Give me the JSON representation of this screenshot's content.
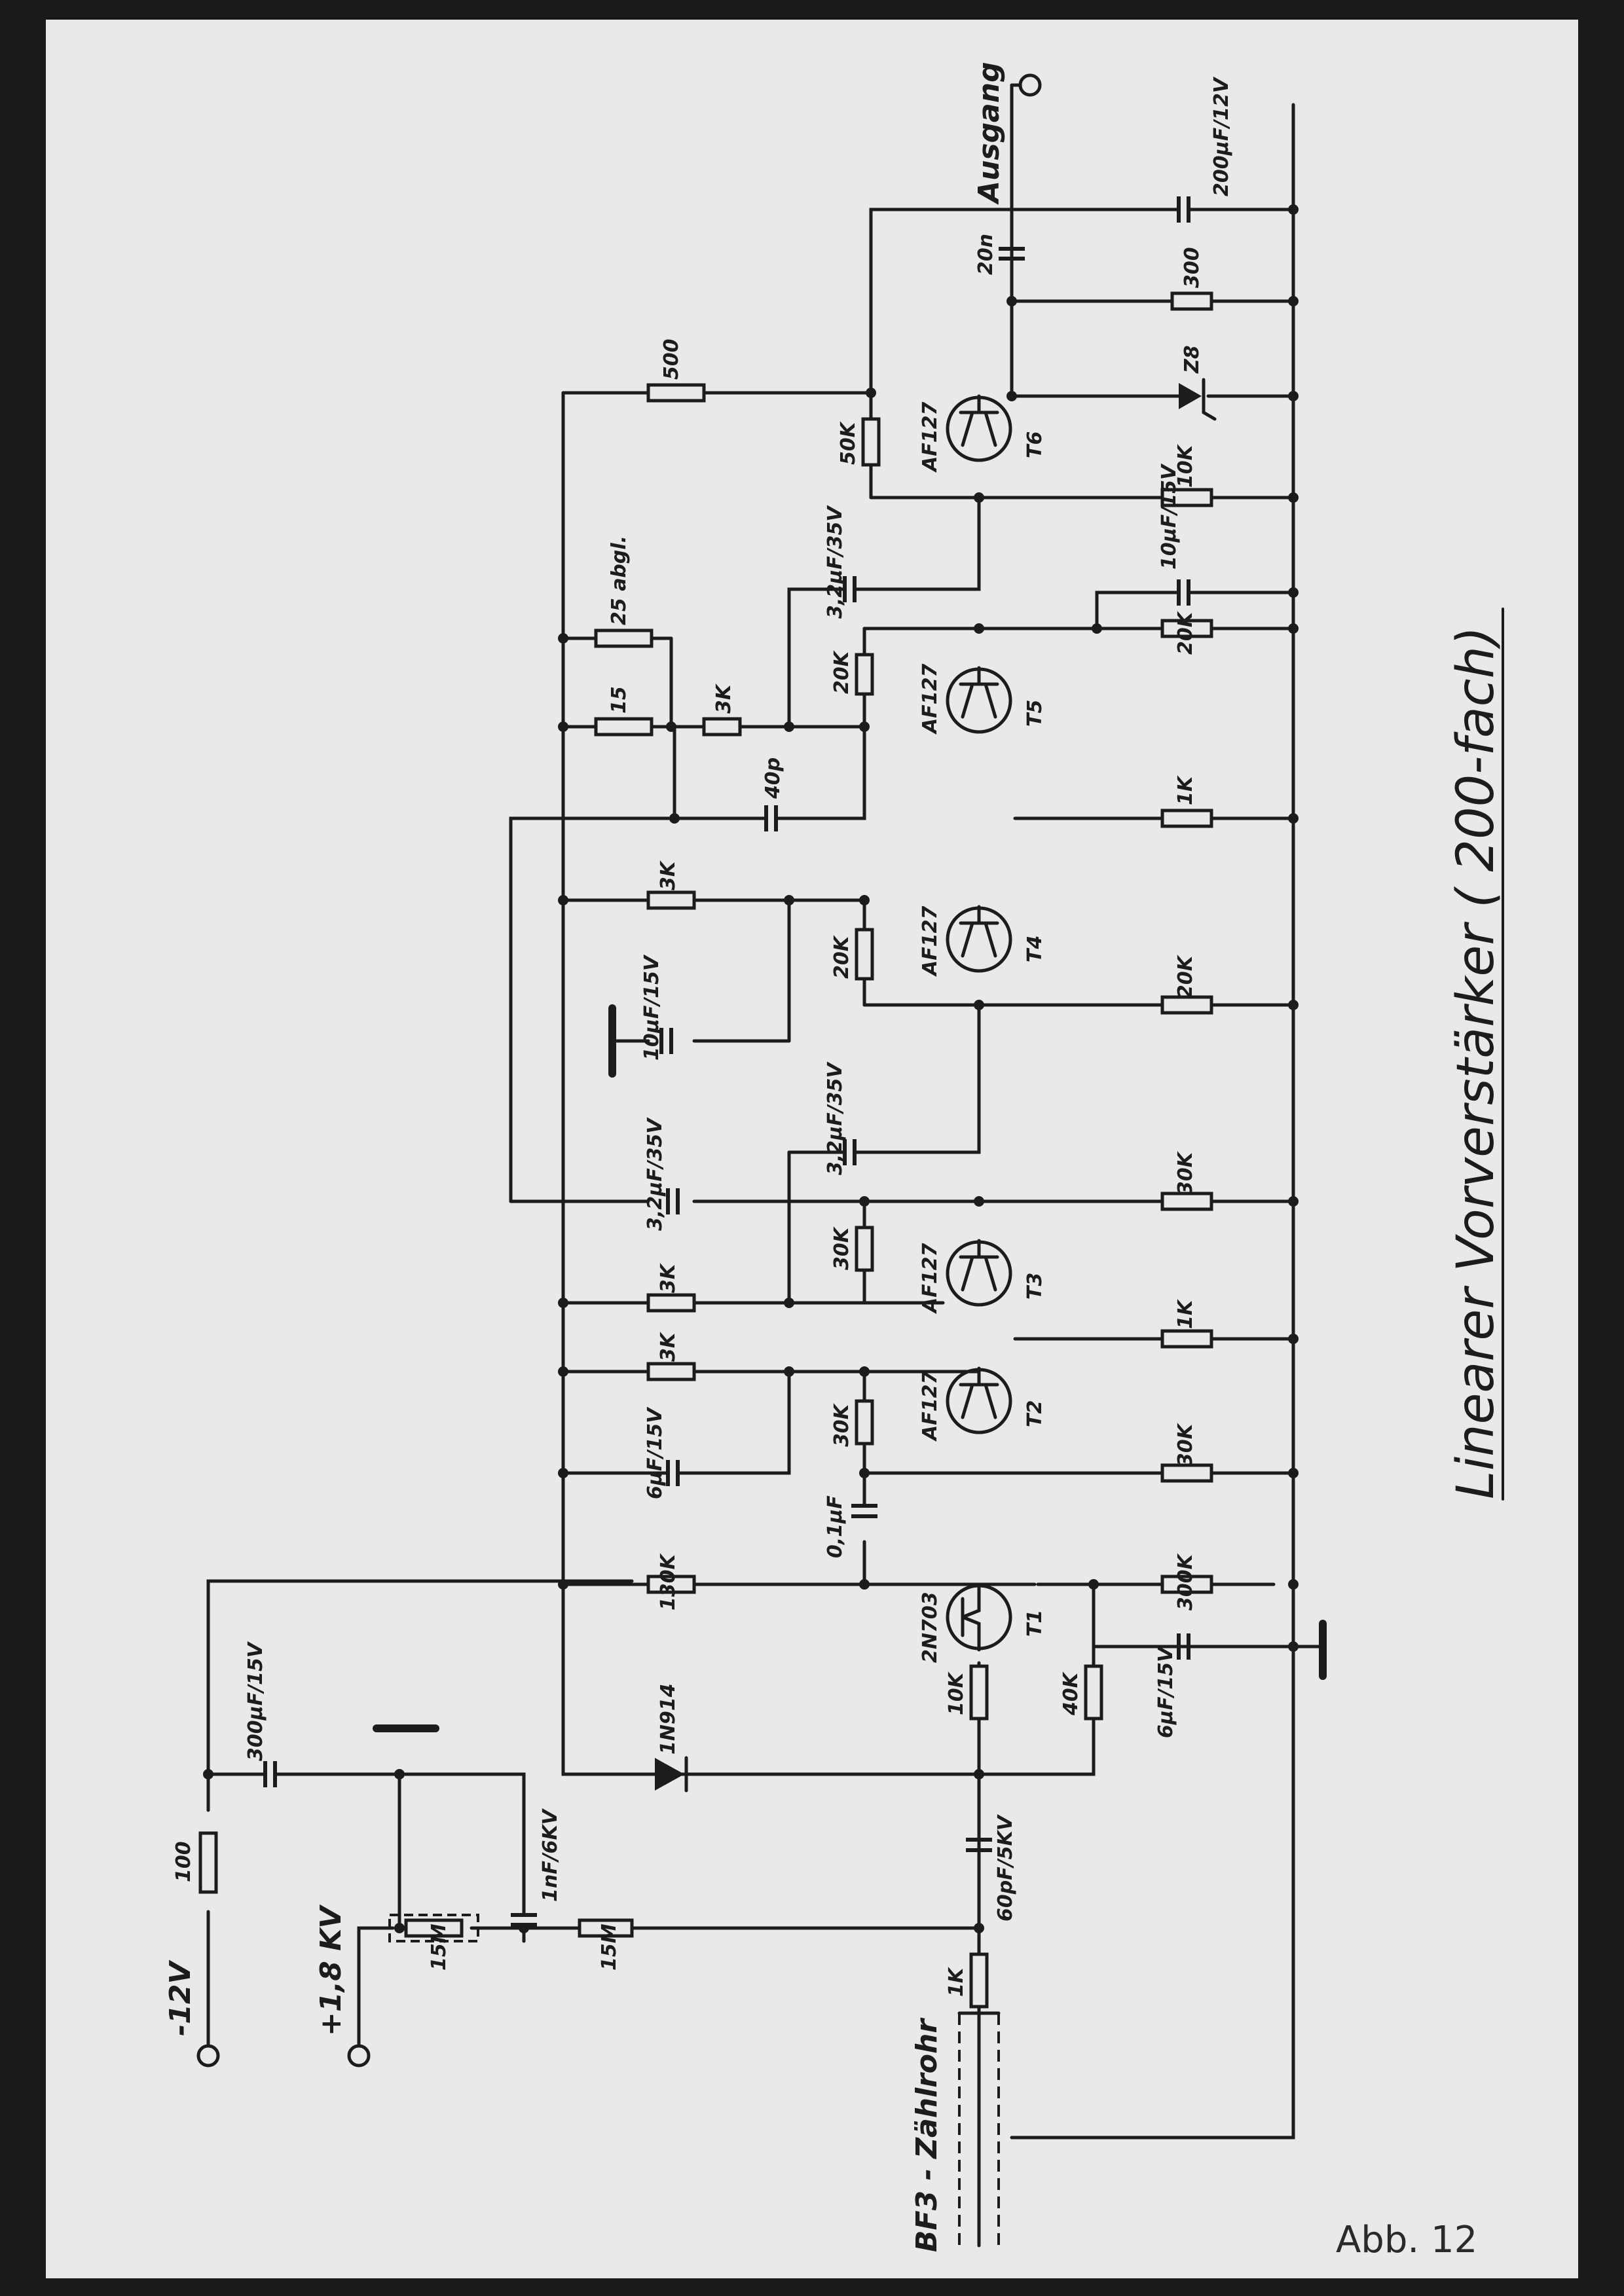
{
  "title": "Linearer Vorverstärker ( 200-fach)",
  "figure_label": "Abb. 12",
  "terminals": {
    "supply_neg": "-12V",
    "hv": "+1,8 KV",
    "output": "Ausgang",
    "detector": "BF3 - Zählrohr"
  },
  "transistors": [
    {
      "ref": "T1",
      "type": "2N703"
    },
    {
      "ref": "T2",
      "type": "AF127"
    },
    {
      "ref": "T3",
      "type": "AF127"
    },
    {
      "ref": "T4",
      "type": "AF127"
    },
    {
      "ref": "T5",
      "type": "AF127"
    },
    {
      "ref": "T6",
      "type": "AF127"
    }
  ],
  "diodes": [
    {
      "label": "1N914"
    },
    {
      "label": "Z8"
    }
  ],
  "labels": {
    "r100": "100",
    "c300": "300µF/15V",
    "c1n": "1nF/6KV",
    "r15m_a": "15M",
    "r15m_b": "15M",
    "r1k_in": "1K",
    "c60p": "60pF/5KV",
    "r10k_e1": "10K",
    "r40k": "40K",
    "c6u_e": "6µF/15V",
    "r130k": "130K",
    "r300k": "300K",
    "c01u": "0,1µF",
    "r30k_t2b": "30K",
    "r30k_t2e": "30K",
    "c6u_t2": "6µF/15V",
    "r3k_t2": "3K",
    "r3k_t3": "3K",
    "r30k_t3": "30K",
    "r1k_t3": "1K",
    "c32_a": "3,2µF/35V",
    "c32_b": "3,2µF/35V",
    "r30k_out": "30K",
    "c10u": "10µF/15V",
    "r3k_t4": "3K",
    "r20k_t4": "20K",
    "r20k_t4e": "20K",
    "r1k_t5": "1K",
    "c40p": "40p",
    "r15": "15",
    "r3k_fb": "3K",
    "r25": "25 abgl.",
    "r20k_t5": "20K",
    "r20k_t5e": "20K",
    "c10u_t5": "10µF/15V",
    "c32_c": "3,2µF/35V",
    "r50k": "50K",
    "r500": "500",
    "r10k_t6": "10K",
    "r300": "300",
    "c20n": "20n",
    "c200": "200µF/12V"
  }
}
